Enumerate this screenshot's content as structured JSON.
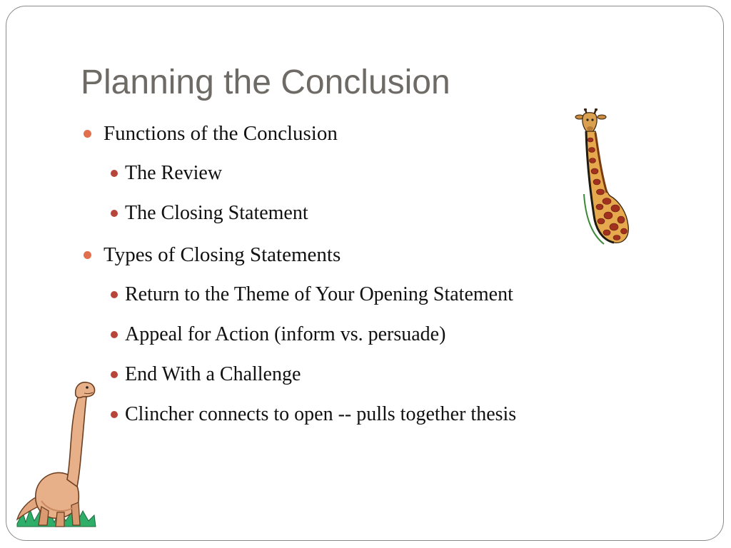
{
  "slide": {
    "title": "Planning the Conclusion",
    "bullets": [
      {
        "level": 1,
        "text": "Functions of the Conclusion"
      },
      {
        "level": 2,
        "text": "The Review"
      },
      {
        "level": 2,
        "text": "The Closing Statement"
      },
      {
        "level": 1,
        "text": "Types of Closing Statements"
      },
      {
        "level": 2,
        "text": "Return to the Theme of Your Opening Statement"
      },
      {
        "level": 2,
        "text": "Appeal for Action (inform vs. persuade)"
      },
      {
        "level": 2,
        "text": "End With a Challenge"
      },
      {
        "level": 2,
        "text": "Clincher connects to open -- pulls together thesis"
      }
    ]
  },
  "clipart": {
    "giraffe": "giraffe-clipart-icon",
    "dinosaur": "dinosaur-clipart-icon"
  },
  "colors": {
    "title": "#6e6a66",
    "bullet_level1": "#e16f4d",
    "bullet_level2": "#b8453a",
    "border": "#8a8a8a"
  }
}
